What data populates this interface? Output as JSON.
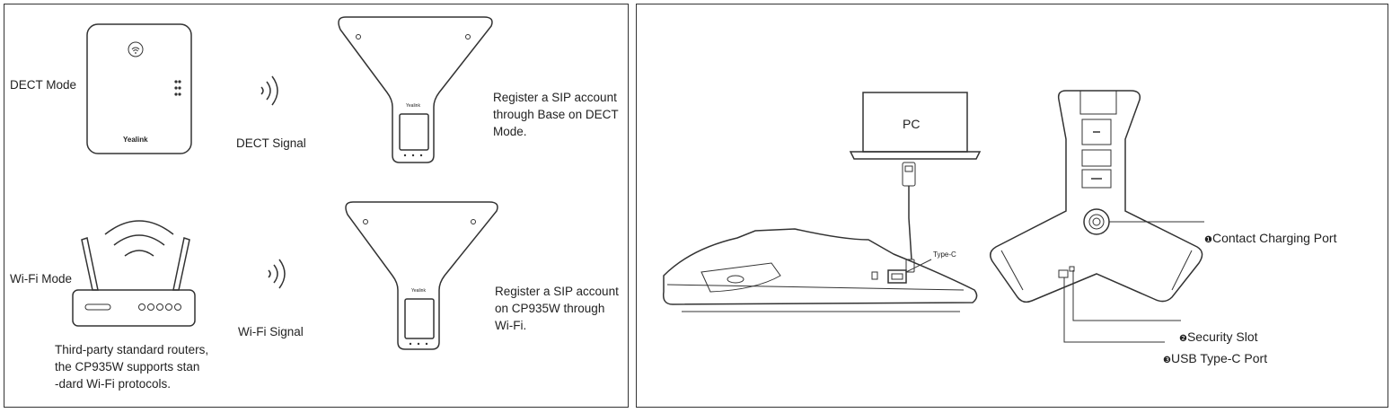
{
  "left_panel": {
    "dect_mode_label": "DECT Mode",
    "base_brand": "Yealink",
    "dect_signal_label": "DECT Signal",
    "dect_register_text": "Register a SIP account\nthrough Base on DECT\nMode.",
    "wifi_mode_label": "Wi-Fi Mode",
    "wifi_signal_label": "Wi-Fi Signal",
    "wifi_register_text": "Register a SIP account\non CP935W through\nWi-Fi.",
    "router_note": "Third-party standard routers,\nthe CP935W supports stan\n-dard Wi-Fi protocols.",
    "phone_brand": "Yealink"
  },
  "right_panel": {
    "pc_label": "PC",
    "type_c_label": "Type-C",
    "callouts": [
      {
        "marker": "❶",
        "text": "Contact Charging Port"
      },
      {
        "marker": "❷",
        "text": "Security Slot"
      },
      {
        "marker": "❸",
        "text": "USB Type-C Port"
      }
    ]
  }
}
